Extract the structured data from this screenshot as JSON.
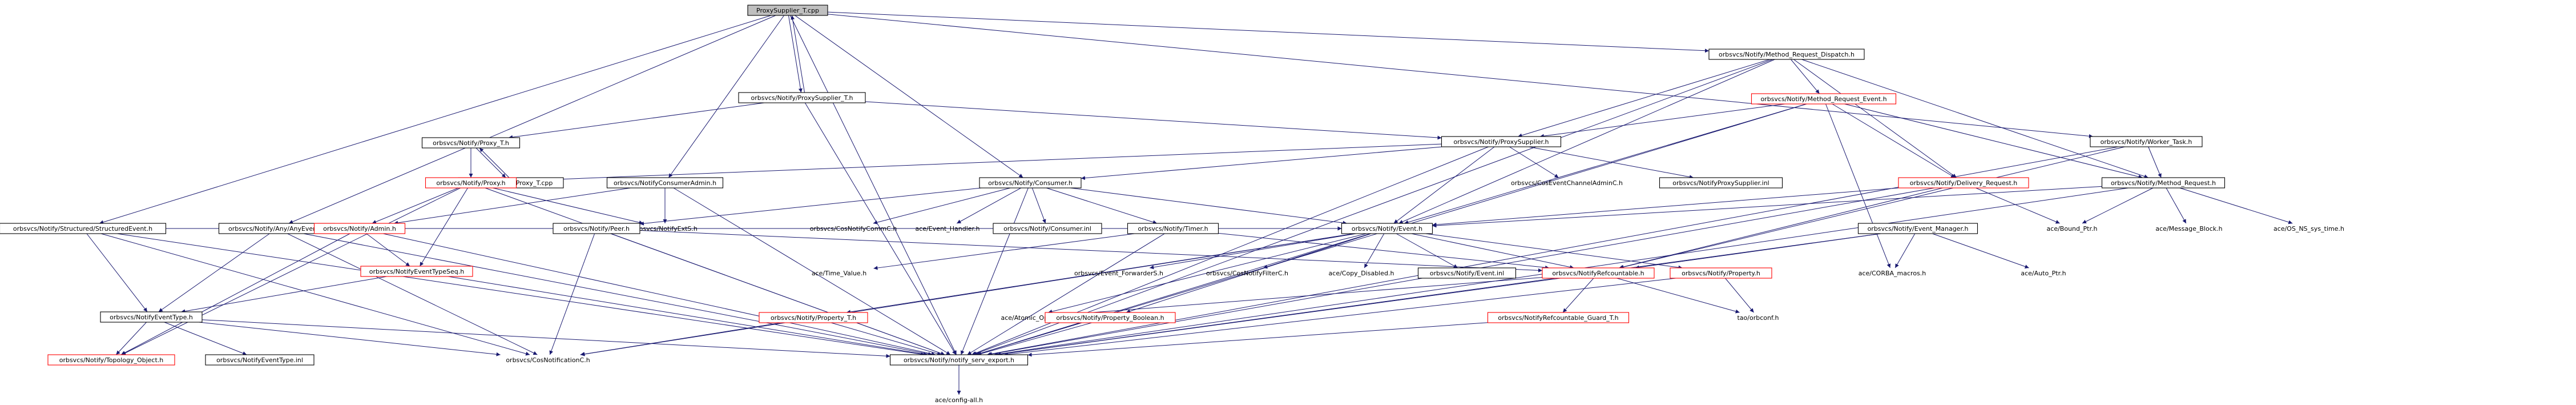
{
  "graph": {
    "root": "ProxySupplier_T.cpp",
    "nodes": [
      {
        "id": "root",
        "label": "ProxySupplier_T.cpp",
        "style": "root"
      },
      {
        "id": "ps_t_h",
        "label": "orbsvcs/Notify/ProxySupplier_T.h",
        "style": "normal"
      },
      {
        "id": "mrd_h",
        "label": "orbsvcs/Notify/Method_Request_Dispatch.h",
        "style": "normal"
      },
      {
        "id": "struct_h",
        "label": "orbsvcs/Notify/Structured/StructuredEvent.h",
        "style": "normal"
      },
      {
        "id": "any_h",
        "label": "orbsvcs/Notify/Any/AnyEvent.h",
        "style": "normal"
      },
      {
        "id": "proxy_t_h",
        "label": "orbsvcs/Notify/Proxy_T.h",
        "style": "normal"
      },
      {
        "id": "proxy_t_cpp",
        "label": "orbsvcs/Notify/Proxy_T.cpp",
        "style": "normal"
      },
      {
        "id": "proxy_h",
        "label": "orbsvcs/Notify/Proxy.h",
        "style": "red"
      },
      {
        "id": "cadmin_h",
        "label": "orbsvcs/NotifyConsumerAdmin.h",
        "style": "normal"
      },
      {
        "id": "consumer_h",
        "label": "orbsvcs/Notify/Consumer.h",
        "style": "normal"
      },
      {
        "id": "mre_h",
        "label": "orbsvcs/Notify/Method_Request_Event.h",
        "style": "red"
      },
      {
        "id": "psup_h",
        "label": "orbsvcs/Notify/ProxySupplier.h",
        "style": "normal"
      },
      {
        "id": "worker_h",
        "label": "orbsvcs/Notify/Worker_Task.h",
        "style": "normal"
      },
      {
        "id": "delivery_h",
        "label": "orbsvcs/Notify/Delivery_Request.h",
        "style": "red"
      },
      {
        "id": "mr_h",
        "label": "orbsvcs/Notify/Method_Request.h",
        "style": "normal"
      },
      {
        "id": "cecadmin_h",
        "label": "orbsvcs/CosEventChannelAdminC.h",
        "style": "plain"
      },
      {
        "id": "psi_h",
        "label": "orbsvcs/NotifyProxySupplier.inl",
        "style": "normal"
      },
      {
        "id": "admin_h",
        "label": "orbsvcs/Notify/Admin.h",
        "style": "red"
      },
      {
        "id": "ext_h",
        "label": "orbsvcs/NotifyExtS.h",
        "style": "plain"
      },
      {
        "id": "peer_h",
        "label": "orbsvcs/Notify/Peer.h",
        "style": "normal"
      },
      {
        "id": "commc_h",
        "label": "orbsvcs/CosNotifyCommC.h",
        "style": "plain"
      },
      {
        "id": "evhandler_h",
        "label": "ace/Event_Handler.h",
        "style": "plain"
      },
      {
        "id": "consumer_inl",
        "label": "orbsvcs/Notify/Consumer.inl",
        "style": "normal"
      },
      {
        "id": "timer_h",
        "label": "orbsvcs/Notify/Timer.h",
        "style": "normal"
      },
      {
        "id": "event_h",
        "label": "orbsvcs/Notify/Event.h",
        "style": "normal"
      },
      {
        "id": "evmgr_h",
        "label": "orbsvcs/Notify/Event_Manager.h",
        "style": "normal"
      },
      {
        "id": "bound_h",
        "label": "ace/Bound_Ptr.h",
        "style": "plain"
      },
      {
        "id": "msgblock_h",
        "label": "ace/Message_Block.h",
        "style": "plain"
      },
      {
        "id": "ossys_h",
        "label": "ace/OS_NS_sys_time.h",
        "style": "plain"
      },
      {
        "id": "evtypeseq_h",
        "label": "orbsvcs/NotifyEventTypeSeq.h",
        "style": "red"
      },
      {
        "id": "evtype_h",
        "label": "orbsvcs/NotifyEventType.h",
        "style": "normal"
      },
      {
        "id": "timeval_h",
        "label": "ace/Time_Value.h",
        "style": "plain"
      },
      {
        "id": "evfwd_h",
        "label": "orbsvcs/Event_ForwarderS.h",
        "style": "plain"
      },
      {
        "id": "filterc_h",
        "label": "orbsvcs/CosNotifyFilterC.h",
        "style": "plain"
      },
      {
        "id": "copydis_h",
        "label": "ace/Copy_Disabled.h",
        "style": "plain"
      },
      {
        "id": "event_inl",
        "label": "orbsvcs/Notify/Event.inl",
        "style": "normal"
      },
      {
        "id": "refcount_h",
        "label": "orbsvcs/NotifyRefcountable.h",
        "style": "red"
      },
      {
        "id": "property_h",
        "label": "orbsvcs/Notify/Property.h",
        "style": "red"
      },
      {
        "id": "corba_macros",
        "label": "ace/CORBA_macros.h",
        "style": "plain"
      },
      {
        "id": "autoptr_h",
        "label": "ace/Auto_Ptr.h",
        "style": "plain"
      },
      {
        "id": "topology_h",
        "label": "orbsvcs/Notify/Topology_Object.h",
        "style": "red"
      },
      {
        "id": "evtype_inl",
        "label": "orbsvcs/NotifyEventType.inl",
        "style": "normal"
      },
      {
        "id": "propt_h",
        "label": "orbsvcs/Notify/Property_T.h",
        "style": "red"
      },
      {
        "id": "atomic_h",
        "label": "ace/Atomic_Op.h",
        "style": "plain"
      },
      {
        "id": "propbool_h",
        "label": "orbsvcs/Notify/Property_Boolean.h",
        "style": "red"
      },
      {
        "id": "refguard_h",
        "label": "orbsvcs/NotifyRefcountable_Guard_T.h",
        "style": "red"
      },
      {
        "id": "tao_orbconf",
        "label": "tao/orbconf.h",
        "style": "plain"
      },
      {
        "id": "cosnotif_h",
        "label": "orbsvcs/CosNotificationC.h",
        "style": "plain"
      },
      {
        "id": "export_h",
        "label": "orbsvcs/Notify/notify_serv_export.h",
        "style": "normal"
      },
      {
        "id": "config_h",
        "label": "ace/config-all.h",
        "style": "plain"
      }
    ],
    "edges": [
      [
        "root",
        "ps_t_h"
      ],
      [
        "root",
        "mrd_h"
      ],
      [
        "root",
        "struct_h"
      ],
      [
        "root",
        "any_h"
      ],
      [
        "root",
        "consumer_h"
      ],
      [
        "root",
        "cadmin_h"
      ],
      [
        "root",
        "worker_h"
      ],
      [
        "root",
        "export_h"
      ],
      [
        "ps_t_h",
        "root"
      ],
      [
        "ps_t_h",
        "proxy_t_h"
      ],
      [
        "ps_t_h",
        "psup_h"
      ],
      [
        "ps_t_h",
        "export_h"
      ],
      [
        "mrd_h",
        "mre_h"
      ],
      [
        "mrd_h",
        "psup_h"
      ],
      [
        "mrd_h",
        "delivery_h"
      ],
      [
        "mrd_h",
        "mr_h"
      ],
      [
        "mrd_h",
        "export_h"
      ],
      [
        "mrd_h",
        "event_h"
      ],
      [
        "struct_h",
        "evtype_h"
      ],
      [
        "struct_h",
        "cosnotif_h"
      ],
      [
        "struct_h",
        "export_h"
      ],
      [
        "struct_h",
        "event_h"
      ],
      [
        "any_h",
        "evtype_h"
      ],
      [
        "any_h",
        "cosnotif_h"
      ],
      [
        "any_h",
        "export_h"
      ],
      [
        "any_h",
        "event_h"
      ],
      [
        "proxy_t_h",
        "proxy_t_cpp"
      ],
      [
        "proxy_t_h",
        "proxy_h"
      ],
      [
        "proxy_t_cpp",
        "proxy_t_h"
      ],
      [
        "proxy_h",
        "admin_h"
      ],
      [
        "proxy_h",
        "ext_h"
      ],
      [
        "proxy_h",
        "topology_h"
      ],
      [
        "proxy_h",
        "evtypeseq_h"
      ],
      [
        "proxy_h",
        "export_h"
      ],
      [
        "cadmin_h",
        "admin_h"
      ],
      [
        "cadmin_h",
        "ext_h"
      ],
      [
        "cadmin_h",
        "export_h"
      ],
      [
        "consumer_h",
        "peer_h"
      ],
      [
        "consumer_h",
        "commc_h"
      ],
      [
        "consumer_h",
        "evhandler_h"
      ],
      [
        "consumer_h",
        "consumer_inl"
      ],
      [
        "consumer_h",
        "timer_h"
      ],
      [
        "consumer_h",
        "event_h"
      ],
      [
        "consumer_h",
        "export_h"
      ],
      [
        "mre_h",
        "psup_h"
      ],
      [
        "mre_h",
        "delivery_h"
      ],
      [
        "mre_h",
        "mr_h"
      ],
      [
        "mre_h",
        "event_h"
      ],
      [
        "mre_h",
        "corba_macros"
      ],
      [
        "mre_h",
        "export_h"
      ],
      [
        "psup_h",
        "proxy_h"
      ],
      [
        "psup_h",
        "cecadmin_h"
      ],
      [
        "psup_h",
        "psi_h"
      ],
      [
        "psup_h",
        "consumer_h"
      ],
      [
        "psup_h",
        "event_h"
      ],
      [
        "psup_h",
        "export_h"
      ],
      [
        "worker_h",
        "mr_h"
      ],
      [
        "worker_h",
        "refcount_h"
      ],
      [
        "worker_h",
        "export_h"
      ],
      [
        "delivery_h",
        "event_h"
      ],
      [
        "delivery_h",
        "bound_h"
      ],
      [
        "delivery_h",
        "refcount_h"
      ],
      [
        "delivery_h",
        "export_h"
      ],
      [
        "mr_h",
        "event_h"
      ],
      [
        "mr_h",
        "bound_h"
      ],
      [
        "mr_h",
        "msgblock_h"
      ],
      [
        "mr_h",
        "ossys_h"
      ],
      [
        "mr_h",
        "export_h"
      ],
      [
        "admin_h",
        "evtypeseq_h"
      ],
      [
        "admin_h",
        "topology_h"
      ],
      [
        "admin_h",
        "export_h"
      ],
      [
        "peer_h",
        "cosnotif_h"
      ],
      [
        "peer_h",
        "export_h"
      ],
      [
        "peer_h",
        "refcount_h"
      ],
      [
        "timer_h",
        "timeval_h"
      ],
      [
        "timer_h",
        "refcount_h"
      ],
      [
        "timer_h",
        "export_h"
      ],
      [
        "event_h",
        "evfwd_h"
      ],
      [
        "event_h",
        "filterc_h"
      ],
      [
        "event_h",
        "copydis_h"
      ],
      [
        "event_h",
        "event_inl"
      ],
      [
        "event_h",
        "refcount_h"
      ],
      [
        "event_h",
        "property_h"
      ],
      [
        "event_h",
        "propt_h"
      ],
      [
        "event_h",
        "propbool_h"
      ],
      [
        "event_h",
        "atomic_h"
      ],
      [
        "event_h",
        "export_h"
      ],
      [
        "event_h",
        "cosnotif_h"
      ],
      [
        "evmgr_h",
        "refcount_h"
      ],
      [
        "evmgr_h",
        "corba_macros"
      ],
      [
        "evmgr_h",
        "autoptr_h"
      ],
      [
        "evmgr_h",
        "export_h"
      ],
      [
        "evtypeseq_h",
        "evtype_h"
      ],
      [
        "evtypeseq_h",
        "export_h"
      ],
      [
        "evtype_h",
        "evtype_inl"
      ],
      [
        "evtype_h",
        "topology_h"
      ],
      [
        "evtype_h",
        "cosnotif_h"
      ],
      [
        "evtype_h",
        "export_h"
      ],
      [
        "refcount_h",
        "refguard_h"
      ],
      [
        "refcount_h",
        "atomic_h"
      ],
      [
        "refcount_h",
        "tao_orbconf"
      ],
      [
        "refcount_h",
        "export_h"
      ],
      [
        "property_h",
        "tao_orbconf"
      ],
      [
        "property_h",
        "export_h"
      ],
      [
        "propt_h",
        "cosnotif_h"
      ],
      [
        "propt_h",
        "export_h"
      ],
      [
        "propbool_h",
        "export_h"
      ],
      [
        "refguard_h",
        "export_h"
      ],
      [
        "export_h",
        "config_h"
      ]
    ]
  }
}
